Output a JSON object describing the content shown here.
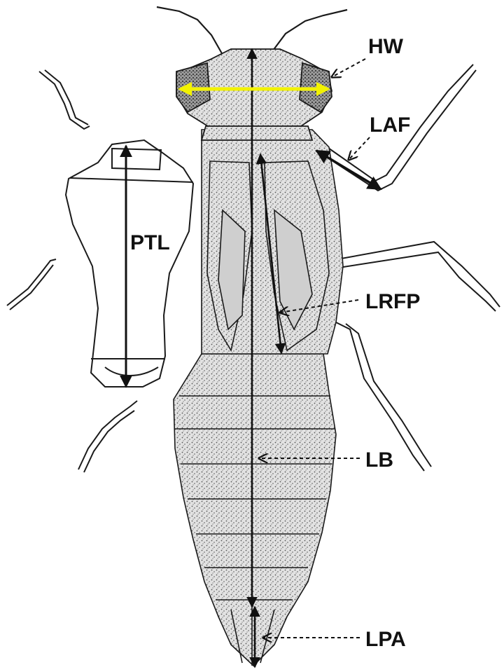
{
  "figure": {
    "labels": {
      "hw": "HW",
      "laf": "LAF",
      "lrfp": "LRFP",
      "lb": "LB",
      "lpa": "LPA",
      "ptl": "PTL"
    },
    "colors": {
      "measurement_line": "#111111",
      "head_width_line": "#f2f200",
      "body_fill": "#dcdcdc",
      "outline": "#1a1a1a",
      "background": "#ffffff"
    }
  }
}
